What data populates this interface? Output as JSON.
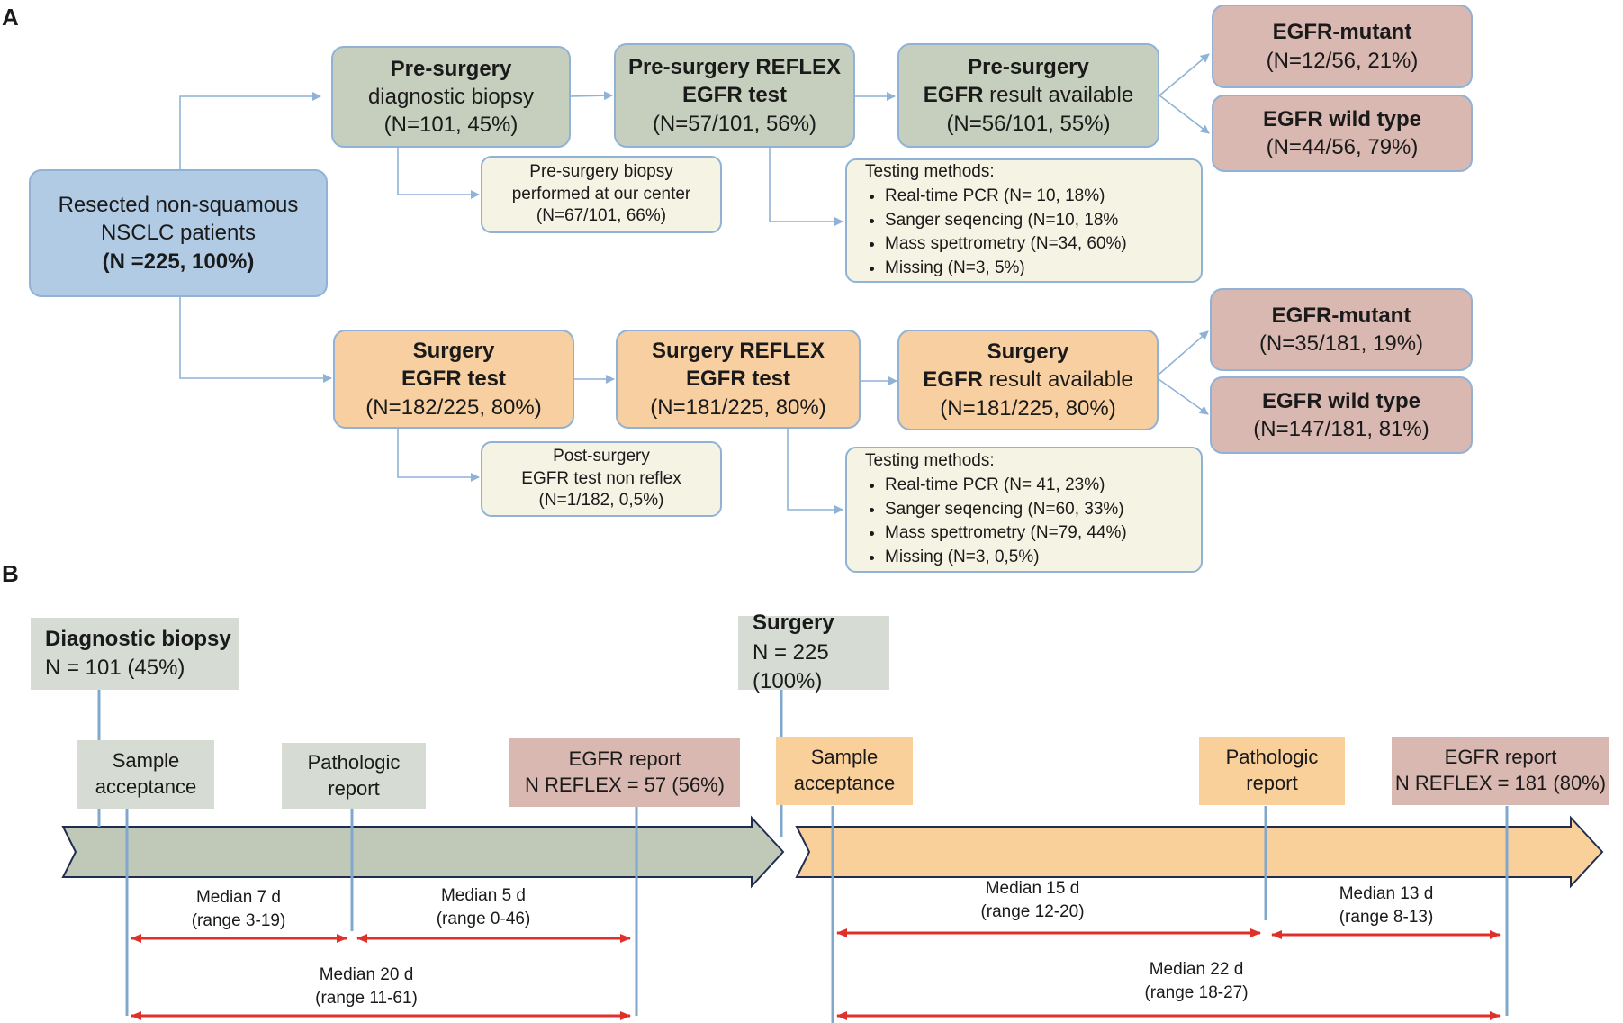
{
  "panel_a": {
    "label": "A",
    "source": [
      "Resected non-squamous",
      "NSCLC patients",
      "(N =225, 100%)"
    ],
    "pre": {
      "biopsy": [
        "Pre-surgery",
        "diagnostic biopsy",
        "(N=101, 45%)"
      ],
      "reflex": [
        "Pre-surgery REFLEX",
        "EGFR test",
        "(N=57/101, 56%)"
      ],
      "result": [
        "Pre-surgery",
        "EGFR",
        " result available",
        "(N=56/101, 55%)"
      ],
      "mutant": [
        "EGFR-mutant",
        "(N=12/56, 21%)"
      ],
      "wild": [
        "EGFR wild type",
        "(N=44/56, 79%)"
      ],
      "center": [
        "Pre-surgery  biopsy",
        "performed at our center",
        "(N=67/101, 66%)"
      ],
      "methods_title": "Testing methods:",
      "methods": [
        "Real-time PCR (N= 10, 18%)",
        "Sanger seqencing (N=10, 18%",
        "Mass spettrometry (N=34, 60%)",
        "Missing (N=3, 5%)"
      ]
    },
    "surg": {
      "test": [
        "Surgery",
        "EGFR test",
        "(N=182/225, 80%)"
      ],
      "reflex": [
        "Surgery REFLEX",
        "EGFR test",
        "(N=181/225, 80%)"
      ],
      "result": [
        "Surgery",
        "EGFR",
        " result available",
        "(N=181/225, 80%)"
      ],
      "mutant": [
        "EGFR-mutant",
        "(N=35/181, 19%)"
      ],
      "wild": [
        "EGFR wild type",
        "(N=147/181, 81%)"
      ],
      "post": [
        "Post-surgery",
        "EGFR test non reflex",
        "(N=1/182, 0,5%)"
      ],
      "methods_title": "Testing methods:",
      "methods": [
        "Real-time PCR (N= 41, 23%)",
        "Sanger seqencing (N=60, 33%)",
        "Mass spettrometry (N=79, 44%)",
        "Missing (N=3, 0,5%)"
      ]
    }
  },
  "panel_b": {
    "label": "B",
    "biopsy_header": [
      "Diagnostic biopsy",
      "N = 101 (45%)"
    ],
    "surgery_header": [
      "Surgery",
      "N = 225 (100%)"
    ],
    "left": {
      "sample": [
        "Sample",
        "acceptance"
      ],
      "patho": [
        "Pathologic",
        "report"
      ],
      "egfr": [
        "EGFR report",
        "N REFLEX = 57 (56%)"
      ],
      "m1": [
        "Median 7 d",
        "(range 3-19)"
      ],
      "m2": [
        "Median 5 d",
        "(range 0-46)"
      ],
      "m3": [
        "Median 20 d",
        "(range 11-61)"
      ]
    },
    "right": {
      "sample": [
        "Sample",
        "acceptance"
      ],
      "patho": [
        "Pathologic",
        "report"
      ],
      "egfr": [
        "EGFR report",
        "N REFLEX = 181 (80%)"
      ],
      "m1": [
        "Median 15 d",
        "(range 12-20)"
      ],
      "m2": [
        "Median 13 d",
        "(range 8-13)"
      ],
      "m3": [
        "Median 22 d",
        "(range 18-27)"
      ]
    }
  },
  "colors": {
    "green": "#c6cfbd",
    "blue": "#b0cbe3",
    "orange": "#f8cfa0",
    "pink": "#d8b8b0",
    "cream": "#f5f3e3",
    "border": "#8fb2d6",
    "arrow_red": "#e0302a",
    "line_blue": "#7fa8cc"
  }
}
